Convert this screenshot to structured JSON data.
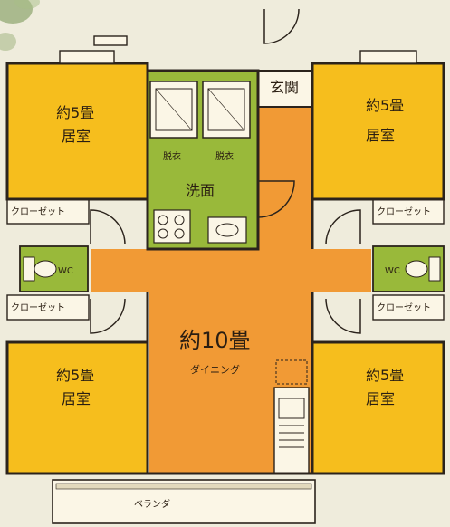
{
  "floor_plan": {
    "colors": {
      "wall": "#2b231c",
      "living_room": "#f6be1d",
      "dining": "#f19a35",
      "wet_area": "#99b93a",
      "closet": "#fbf6e6",
      "background": "#efecdc"
    },
    "rooms": {
      "top_left": {
        "size": "約5畳",
        "name": "居室"
      },
      "top_right": {
        "size": "約5畳",
        "name": "居室"
      },
      "bottom_left": {
        "size": "約5畳",
        "name": "居室"
      },
      "bottom_right": {
        "size": "約5畳",
        "name": "居室"
      },
      "dining": {
        "size": "約10畳",
        "name": "ダイニング"
      }
    },
    "labels": {
      "entrance": "玄関",
      "washroom": "洗面",
      "dressing_left": "脱衣",
      "dressing_right": "脱衣",
      "closet_top_left": "クローゼット",
      "closet_top_right": "クローゼット",
      "closet_bottom_left": "クローゼット",
      "closet_bottom_right": "クローゼット",
      "wc_left": "WC",
      "wc_right": "WC",
      "veranda": "ベランダ"
    }
  }
}
